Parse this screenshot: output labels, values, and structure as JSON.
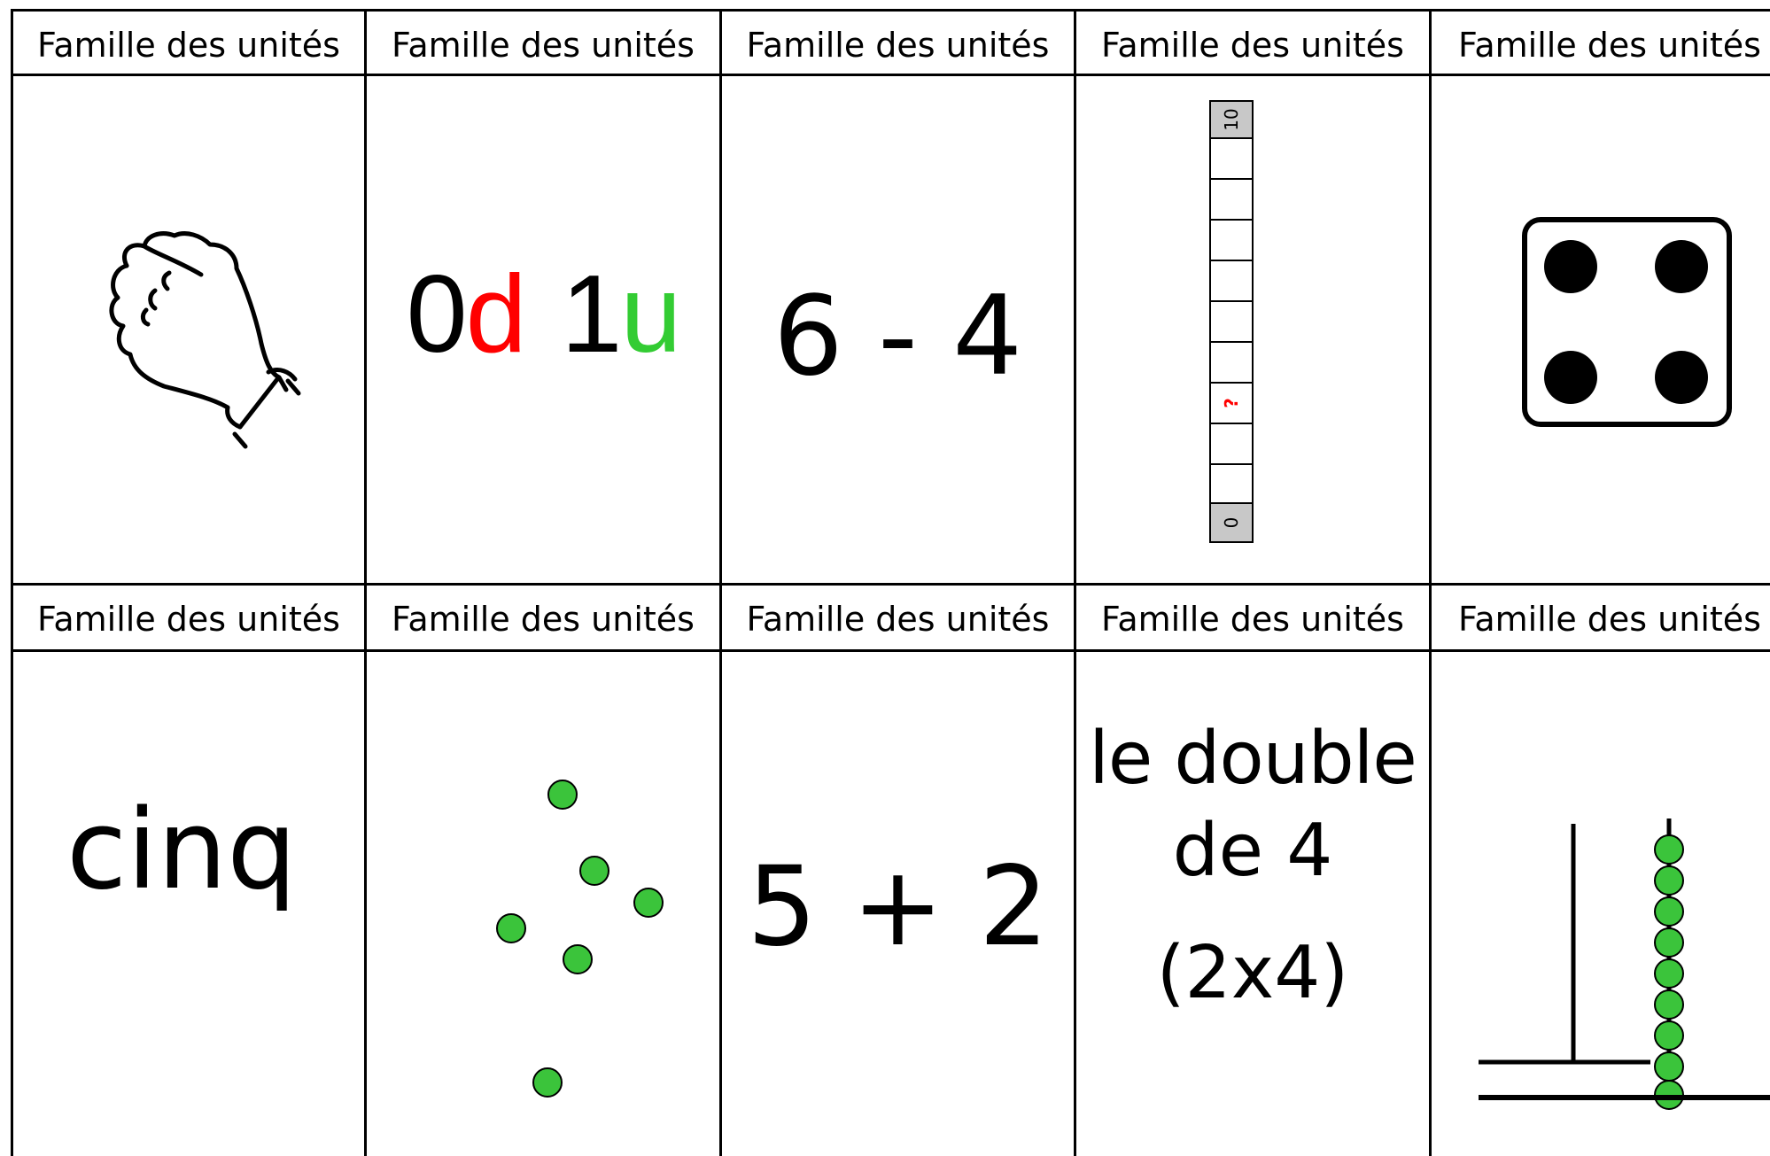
{
  "header_label": "Famille des unités",
  "colors": {
    "red": "#ff0000",
    "green": "#33cc33",
    "dot_green": "#3bc43b",
    "gray": "#c8c8c8",
    "black": "#000000"
  },
  "cards": [
    {
      "id": "fist",
      "icon": "fist-hand-icon"
    },
    {
      "id": "decomposition",
      "tens_digit": "0",
      "tens_unit": "d",
      "ones_digit": "1",
      "ones_unit": "u"
    },
    {
      "id": "subtraction",
      "expression": "6 - 4"
    },
    {
      "id": "number-line",
      "top_label": "10",
      "bottom_label": "0",
      "marker": "?"
    },
    {
      "id": "die",
      "icon": "die-four-icon",
      "pips": 4
    },
    {
      "id": "word",
      "word": "cinq"
    },
    {
      "id": "scattered-dots",
      "dot_count": 6
    },
    {
      "id": "addition",
      "expression": "5 + 2"
    },
    {
      "id": "double",
      "line1": "le double",
      "line2": "de 4",
      "line3": "(2x4)"
    },
    {
      "id": "abacus",
      "icon": "abacus-icon",
      "bead_count": 9
    }
  ]
}
